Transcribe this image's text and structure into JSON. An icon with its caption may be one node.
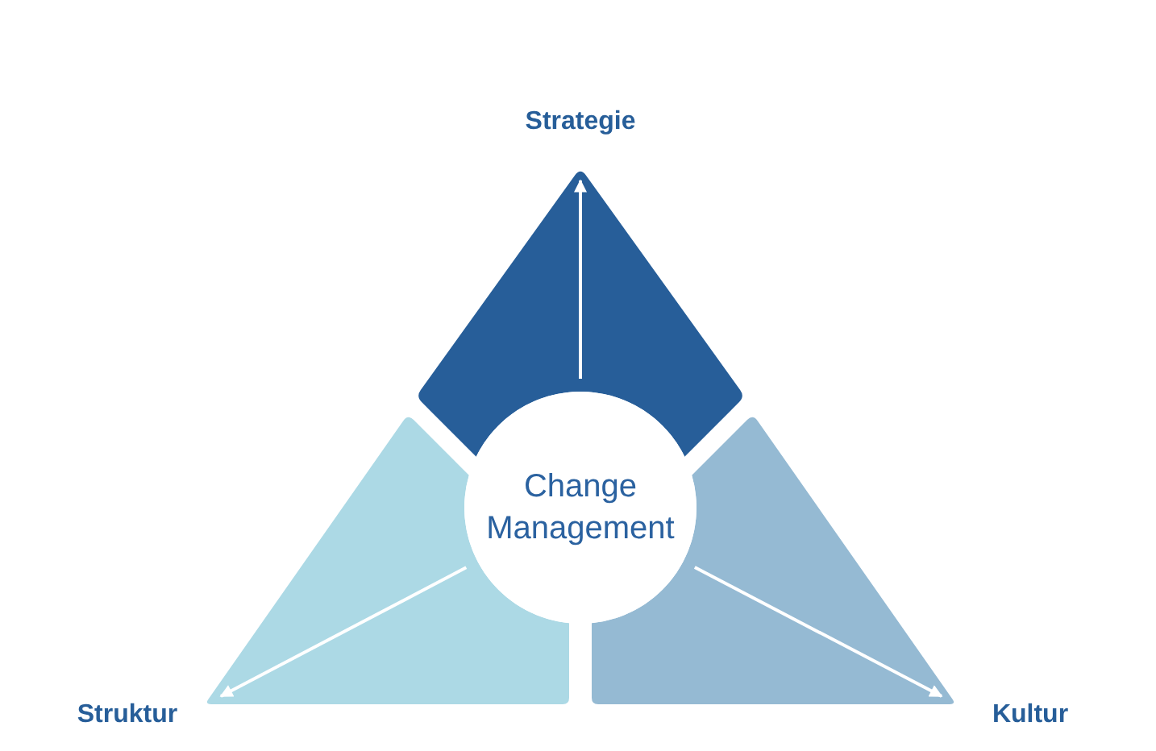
{
  "diagram": {
    "nodes": [
      {
        "text": [
          "Strategie"
        ]
      },
      {
        "text": [
          "Change Management"
        ]
      },
      {
        "text": [
          "Struktur"
        ]
      },
      {
        "text": [
          "Kultur"
        ]
      }
    ],
    "edges": [
      {
        "from": 1,
        "to": 0,
        "arrow": "to"
      },
      {
        "from": 1,
        "to": 2,
        "arrow": "to"
      },
      {
        "from": 1,
        "to": 3,
        "arrow": "to"
      }
    ]
  }
}
